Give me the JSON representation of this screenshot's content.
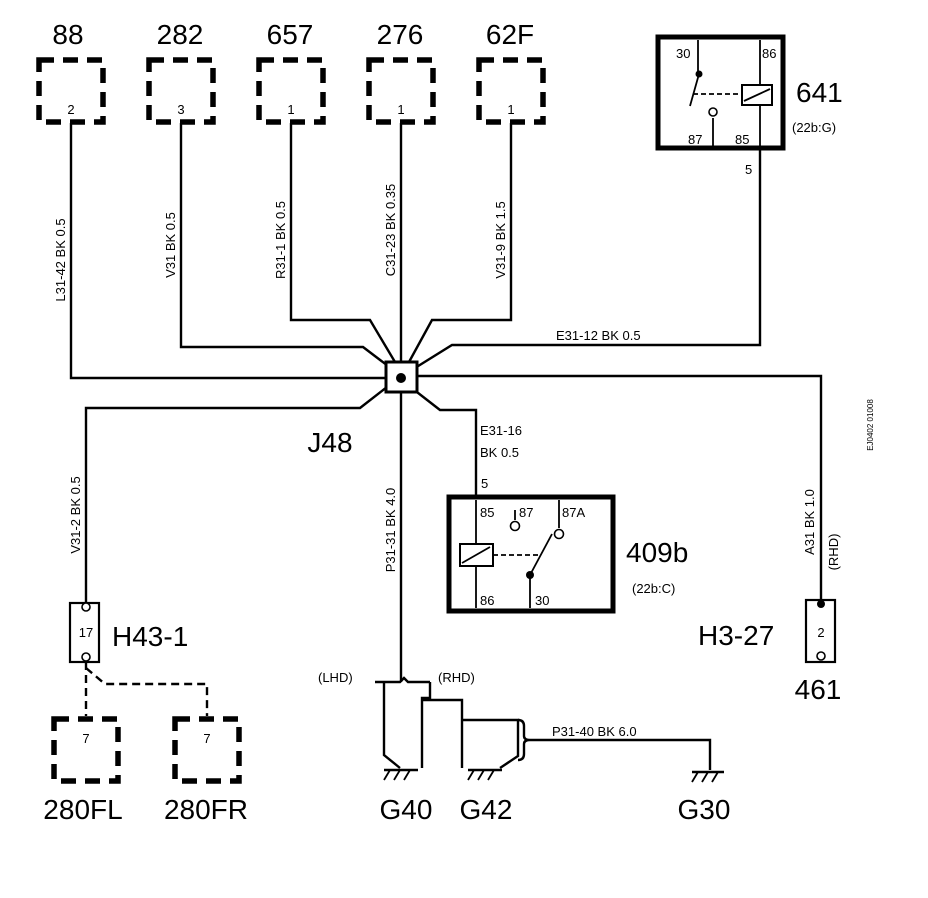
{
  "connectors_top": [
    {
      "id": "88",
      "pin": "2"
    },
    {
      "id": "282",
      "pin": "3"
    },
    {
      "id": "657",
      "pin": "1"
    },
    {
      "id": "276",
      "pin": "1"
    },
    {
      "id": "62F",
      "pin": "1"
    }
  ],
  "wires": {
    "w88": "L31-42  BK  0.5",
    "w282": "V31  BK  0.5",
    "w657": "R31-1  BK  0.5",
    "w276": "C31-23  BK  0.35",
    "w62f": "V31-9  BK  1.5",
    "w641": "E31-12  BK  0.5",
    "wH431": "V31-2  BK  0.5",
    "wP3131": "P31-31  BK  4.0",
    "wE3116_a": "E31-16",
    "wE3116_b": "BK  0.5",
    "wA31_a": "A31  BK  1.0",
    "wA31_b": "(RHD)",
    "wP3140": "P31-40  BK  6.0"
  },
  "splice": {
    "label": "J48"
  },
  "relay641": {
    "label": "641",
    "ref": "(22b:G)",
    "pins": {
      "p30": "30",
      "p86": "86",
      "p87": "87",
      "p85": "85"
    },
    "out_pin": "5"
  },
  "relay409b": {
    "label": "409b",
    "ref": "(22b:C)",
    "in_pin": "5",
    "pins": {
      "p85": "85",
      "p87": "87",
      "p87a": "87A",
      "p86": "86",
      "p30": "30"
    }
  },
  "h431": {
    "label": "H43-1",
    "pin": "17"
  },
  "h327": {
    "label": "H3-27",
    "pin": "2",
    "part": "461"
  },
  "bottom_connectors": [
    {
      "id": "280FL",
      "pin": "7"
    },
    {
      "id": "280FR",
      "pin": "7"
    }
  ],
  "variants": {
    "lhd": "(LHD)",
    "rhd": "(RHD)"
  },
  "grounds": {
    "g40": "G40",
    "g42": "G42",
    "g30": "G30"
  },
  "code": "EJ0402 01008"
}
